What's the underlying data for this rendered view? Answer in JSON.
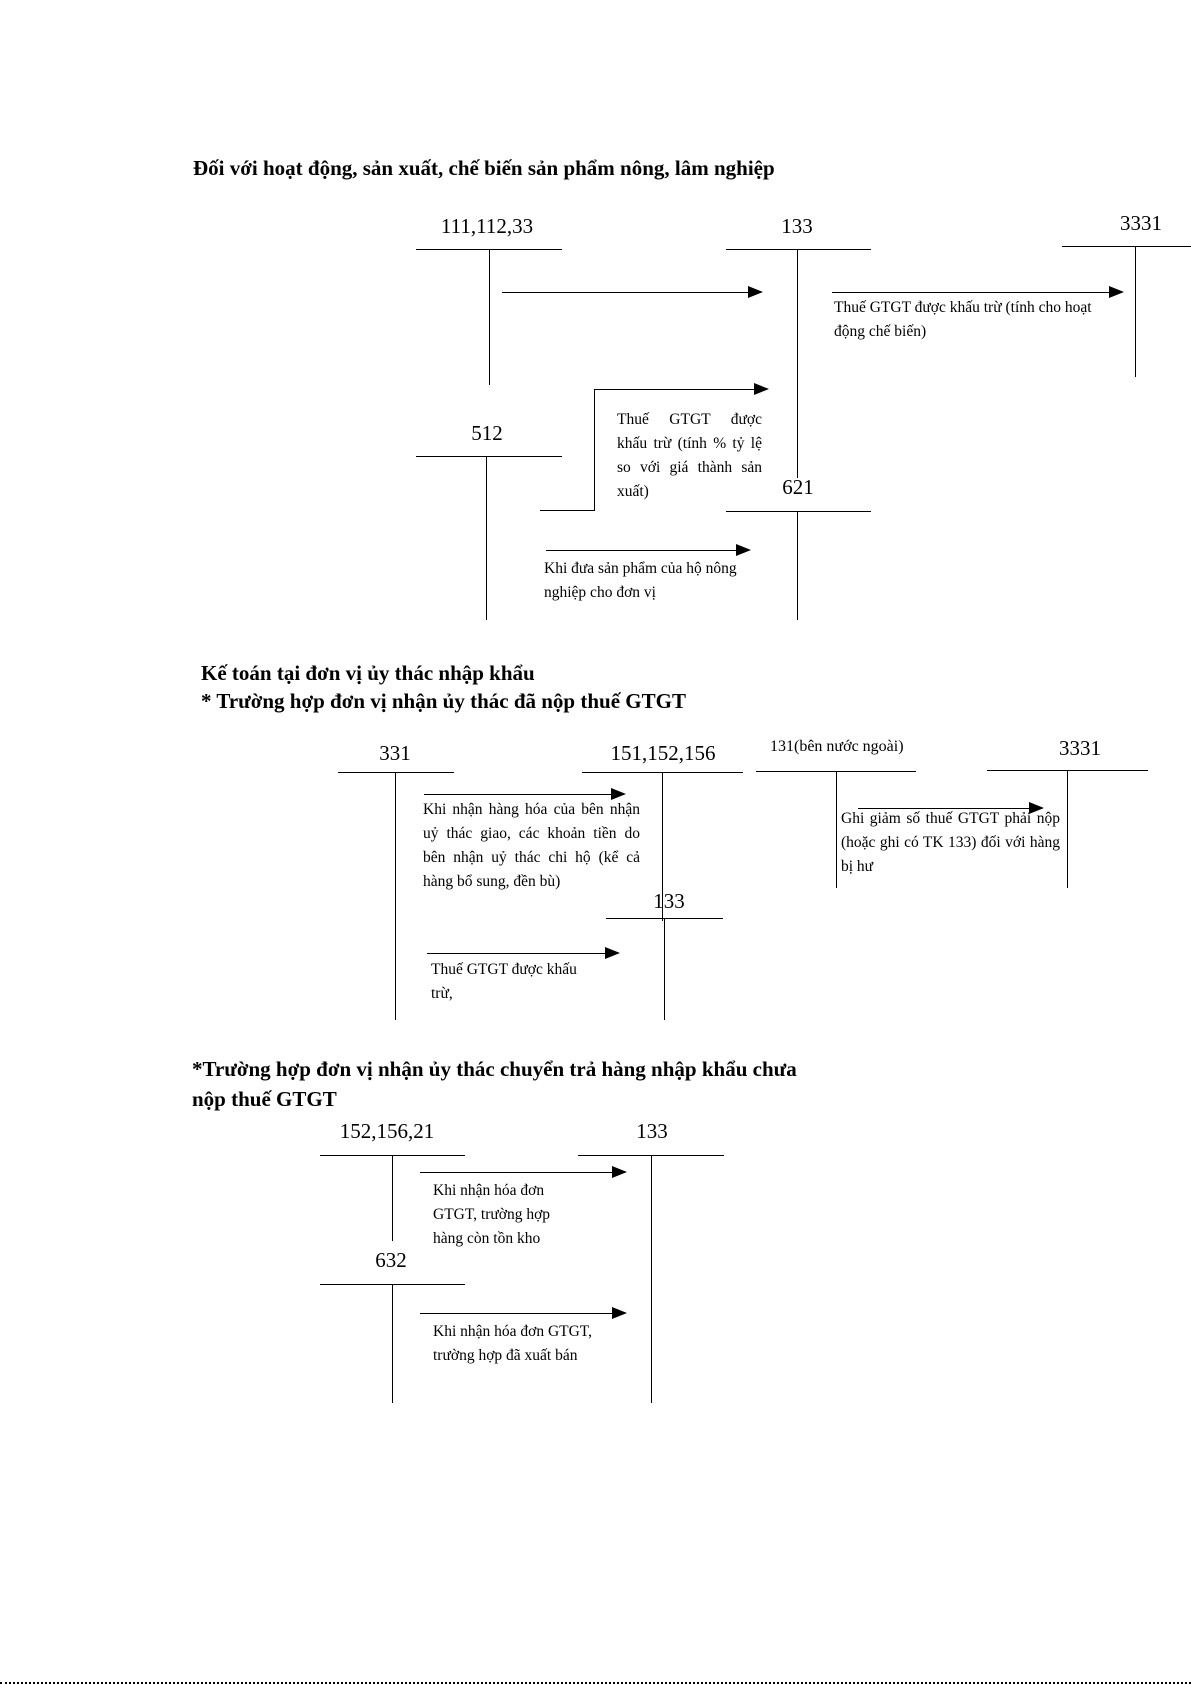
{
  "section1": {
    "heading": "Đối với hoạt động, sản xuất, chế biến sản phẩm nông, lâm nghiệp",
    "accounts": {
      "a111": "111,112,33",
      "a133": "133",
      "a3331": "3331",
      "a512": "512",
      "a621": "621"
    },
    "notes": {
      "vat_processing": "Thuế GTGT được khấu trừ (tính cho hoạt động chế biến)",
      "vat_percentage": "Thuế GTGT được khấu trừ (tính % tỷ lệ so với giá thành sản xuất)",
      "transfer_products": "Khi đưa sản phẩm của hộ nông nghiệp cho đơn vị"
    }
  },
  "section2": {
    "heading_line1": "Kế toán tại đơn vị ủy thác nhập khẩu",
    "heading_line2": "* Trường hợp đơn vị nhận ủy thác đã nộp thuế GTGT",
    "accounts": {
      "a331": "331",
      "a151": "151,152,156",
      "a131": "131(bên nước ngoài)",
      "a3331": "3331",
      "a133": "133"
    },
    "notes": {
      "receive_goods": "Khi nhận hàng hóa của bên nhận uỷ thác giao, các khoản tiền do bên nhận uỷ thác chi hộ (kể cả hàng bổ sung, đền bù)",
      "reduce_vat": "Ghi giảm số thuế GTGT phải nộp (hoặc ghi có TK 133) đối với hàng bị hư",
      "vat_deductible": "Thuế GTGT được khấu trừ,"
    }
  },
  "section3": {
    "heading_line1": "*Trường hợp đơn vị nhận ủy thác chuyển trả hàng nhập khẩu chưa",
    "heading_line2": "nộp thuế GTGT",
    "accounts": {
      "a152": "152,156,21",
      "a133": "133",
      "a632": "632"
    },
    "notes": {
      "in_stock": "Khi nhận hóa đơn GTGT, trường hợp hàng còn tồn kho",
      "sold": "Khi nhận hóa đơn GTGT, trường hợp đã xuất bán"
    }
  }
}
